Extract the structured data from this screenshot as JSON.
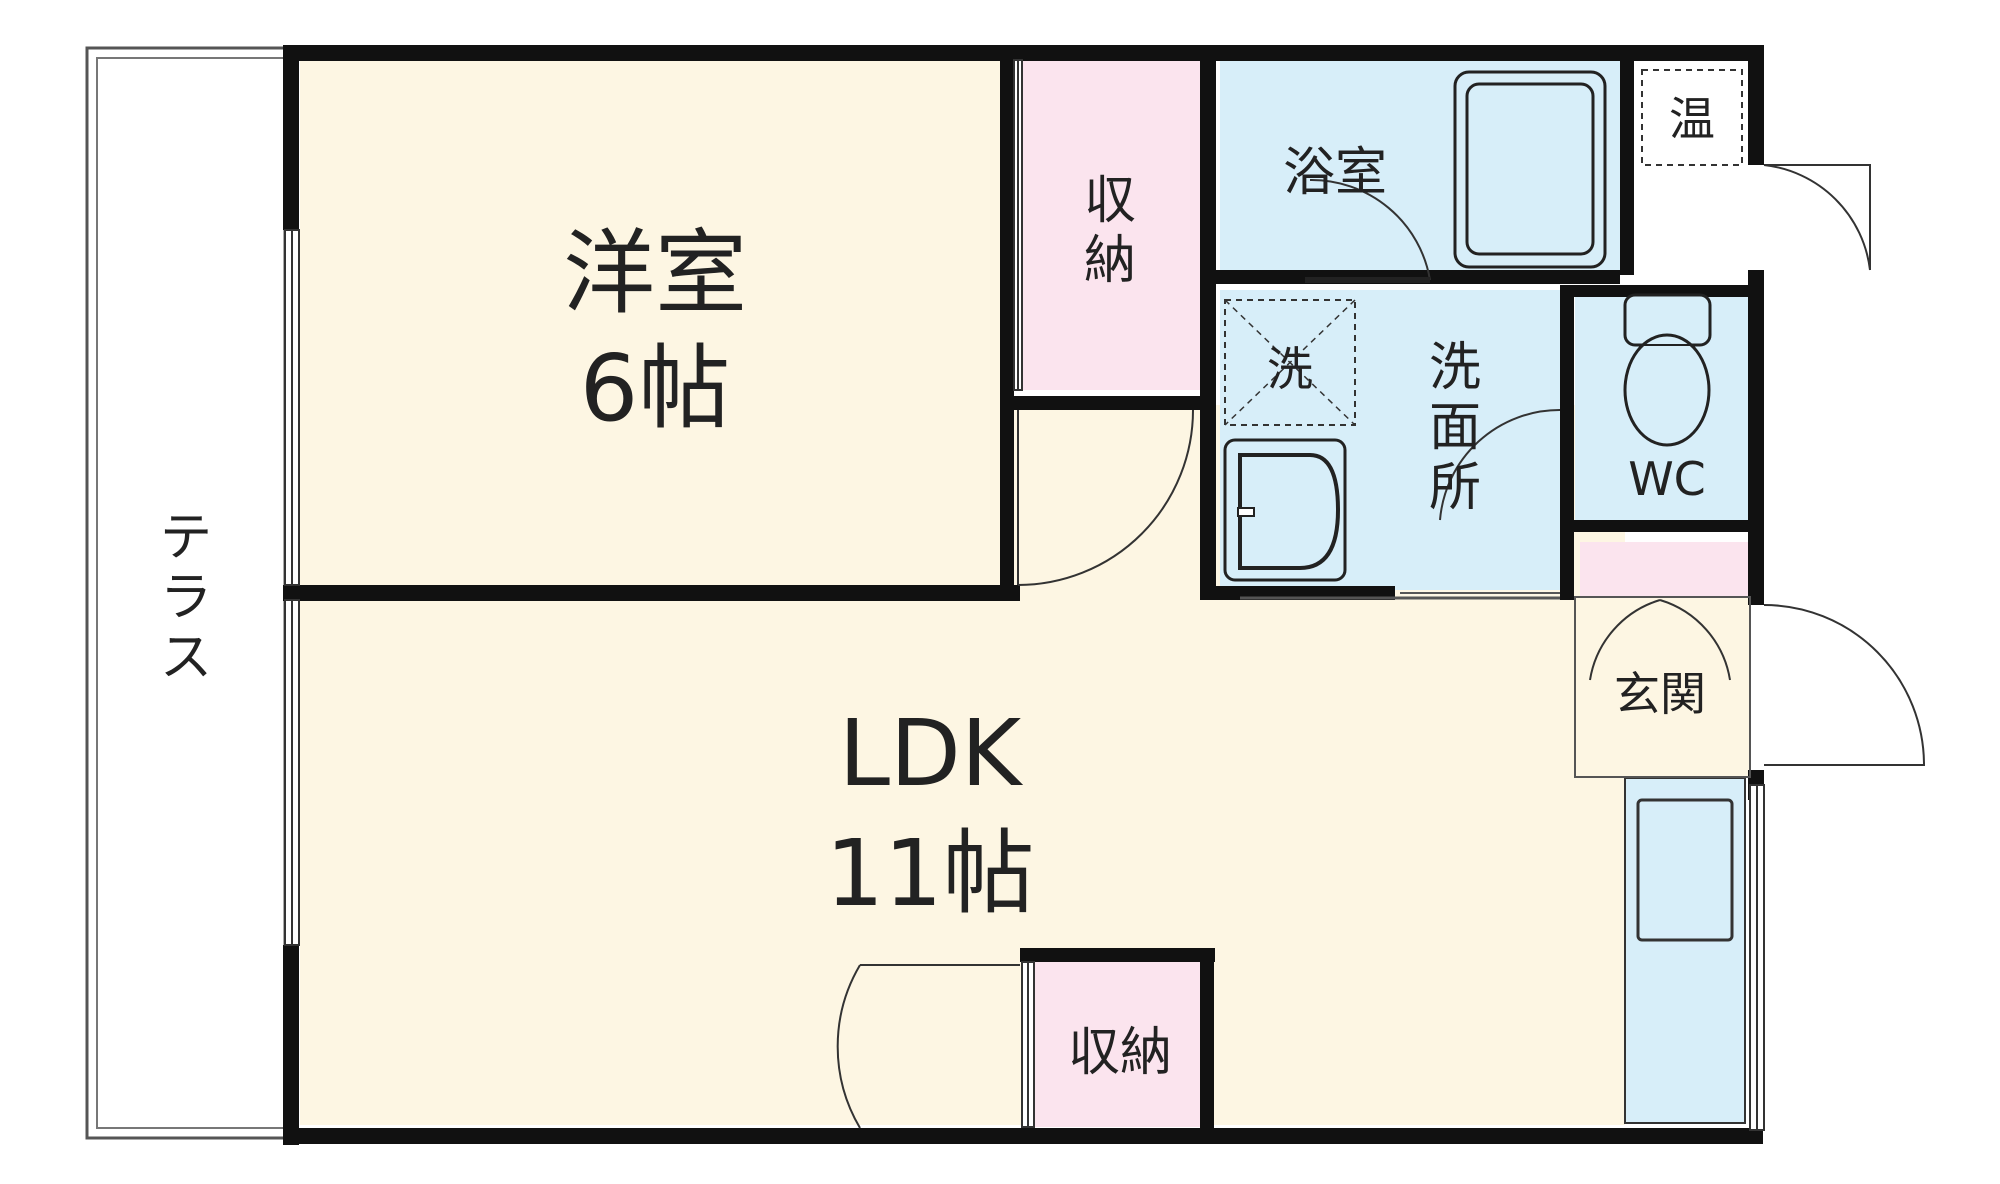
{
  "rooms": {
    "western_room": {
      "name": "洋室",
      "size": "6帖"
    },
    "storage_top": "収納",
    "bathroom": "浴室",
    "water_heater": "温",
    "washer": "洗",
    "washroom": "洗面所",
    "toilet": "WC",
    "terrace": "テラス",
    "ldk": {
      "name": "LDK",
      "size": "11帖"
    },
    "entrance": "玄関",
    "storage_bottom": "収納"
  },
  "colors": {
    "living": "#fdf6e3",
    "storage": "#fbe4ee",
    "wet": "#d7eef9",
    "wall": "#111111"
  }
}
